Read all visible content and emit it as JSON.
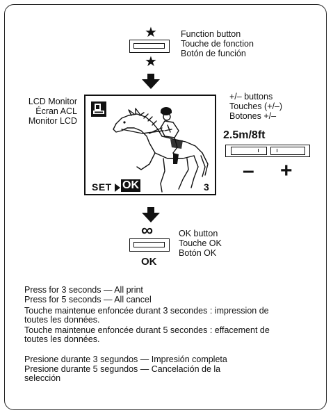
{
  "function_button": {
    "labels": [
      "Function button",
      "Touche de fonction",
      "Botón de función"
    ],
    "icon": "star-icon"
  },
  "lcd": {
    "labels": [
      "LCD Monitor",
      "Écran ACL",
      "Monitor LCD"
    ],
    "set_label": "SET",
    "ok_label": "OK",
    "count": "3",
    "image": "horse-and-jockey-photo"
  },
  "plus_minus": {
    "labels": [
      "+/– buttons",
      "Touches (+/–)",
      "Botones +/–"
    ],
    "distance": "2.5m/8ft",
    "minus": "–",
    "plus": "+"
  },
  "ok_button": {
    "labels": [
      "OK button",
      "Touche OK",
      "Botón OK"
    ],
    "symbol": "∞",
    "caption": "OK"
  },
  "instructions": {
    "english": [
      "Press for 3 seconds — All print",
      "Press for 5 seconds — All cancel"
    ],
    "french": [
      "Touche maintenue enfoncée durant 3 secondes : impression de toutes les données.",
      "Touche maintenue enfoncée durant 5 secondes : effacement de toutes les données."
    ],
    "spanish": [
      "Presione durante 3 segundos — Impresión completa",
      "Presione durante 5 segundos — Cancelación de la selección"
    ]
  }
}
